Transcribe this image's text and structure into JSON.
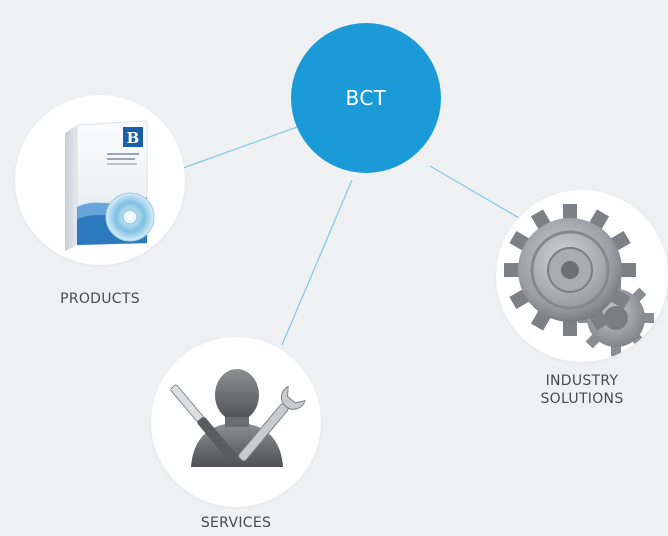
{
  "hub": {
    "label": "BCT",
    "color": "#1a9bd8"
  },
  "link_color": "#7fcbe8",
  "nodes": [
    {
      "id": "products",
      "label_lines": [
        "PRODUCTS"
      ],
      "icon": "software-box-icon"
    },
    {
      "id": "services",
      "label_lines": [
        "SERVICES"
      ],
      "icon": "technician-tools-icon"
    },
    {
      "id": "industry",
      "label_lines": [
        "INDUSTRY",
        "SOLUTIONS"
      ],
      "icon": "gears-icon"
    }
  ]
}
